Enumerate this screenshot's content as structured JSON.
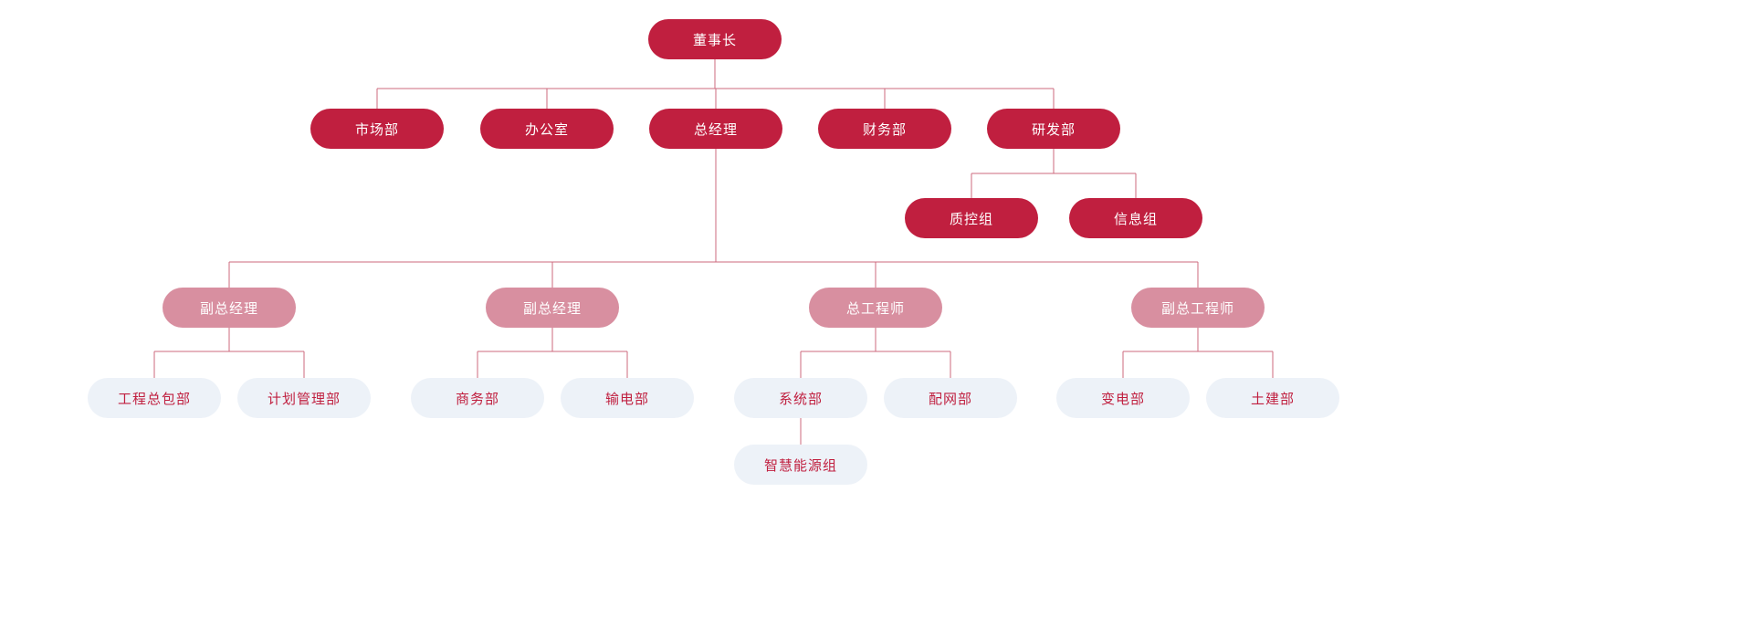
{
  "colors": {
    "primary_node_bg": "#C01F3F",
    "primary_node_text": "#FFFFFF",
    "secondary_node_bg": "#D88FA0",
    "secondary_node_text": "#FFFFFF",
    "leaf_node_bg": "#EDF2F8",
    "leaf_node_text": "#C01F3F",
    "connector_line": "#CD6A7D",
    "page_background": "#FFFFFF"
  },
  "nodes": [
    {
      "id": "chairman",
      "label": "董事长",
      "level": "primary"
    },
    {
      "id": "marketing-dept",
      "label": "市场部",
      "level": "primary"
    },
    {
      "id": "office",
      "label": "办公室",
      "level": "primary"
    },
    {
      "id": "general-manager",
      "label": "总经理",
      "level": "primary"
    },
    {
      "id": "finance-dept",
      "label": "财务部",
      "level": "primary"
    },
    {
      "id": "rnd-dept",
      "label": "研发部",
      "level": "primary"
    },
    {
      "id": "qc-group",
      "label": "质控组",
      "level": "primary"
    },
    {
      "id": "info-group",
      "label": "信息组",
      "level": "primary"
    },
    {
      "id": "deputy-gm-1",
      "label": "副总经理",
      "level": "secondary"
    },
    {
      "id": "deputy-gm-2",
      "label": "副总经理",
      "level": "secondary"
    },
    {
      "id": "chief-engineer",
      "label": "总工程师",
      "level": "secondary"
    },
    {
      "id": "deputy-chief-engineer",
      "label": "副总工程师",
      "level": "secondary"
    },
    {
      "id": "epc-dept",
      "label": "工程总包部",
      "level": "leaf"
    },
    {
      "id": "planning-dept",
      "label": "计划管理部",
      "level": "leaf"
    },
    {
      "id": "commerce-dept",
      "label": "商务部",
      "level": "leaf"
    },
    {
      "id": "transmission-dept",
      "label": "输电部",
      "level": "leaf"
    },
    {
      "id": "system-dept",
      "label": "系统部",
      "level": "leaf"
    },
    {
      "id": "distribution-dept",
      "label": "配网部",
      "level": "leaf"
    },
    {
      "id": "substation-dept",
      "label": "变电部",
      "level": "leaf"
    },
    {
      "id": "civil-dept",
      "label": "土建部",
      "level": "leaf"
    },
    {
      "id": "smart-energy-group",
      "label": "智慧能源组",
      "level": "leaf"
    }
  ],
  "hierarchy": {
    "label": "董事长",
    "children": [
      {
        "label": "市场部"
      },
      {
        "label": "办公室"
      },
      {
        "label": "总经理",
        "children": [
          {
            "label": "副总经理",
            "children": [
              {
                "label": "工程总包部"
              },
              {
                "label": "计划管理部"
              }
            ]
          },
          {
            "label": "副总经理",
            "children": [
              {
                "label": "商务部"
              },
              {
                "label": "输电部"
              }
            ]
          },
          {
            "label": "总工程师",
            "children": [
              {
                "label": "系统部",
                "children": [
                  {
                    "label": "智慧能源组"
                  }
                ]
              },
              {
                "label": "配网部"
              }
            ]
          },
          {
            "label": "副总工程师",
            "children": [
              {
                "label": "变电部"
              },
              {
                "label": "土建部"
              }
            ]
          }
        ]
      },
      {
        "label": "财务部"
      },
      {
        "label": "研发部",
        "children": [
          {
            "label": "质控组"
          },
          {
            "label": "信息组"
          }
        ]
      }
    ]
  }
}
